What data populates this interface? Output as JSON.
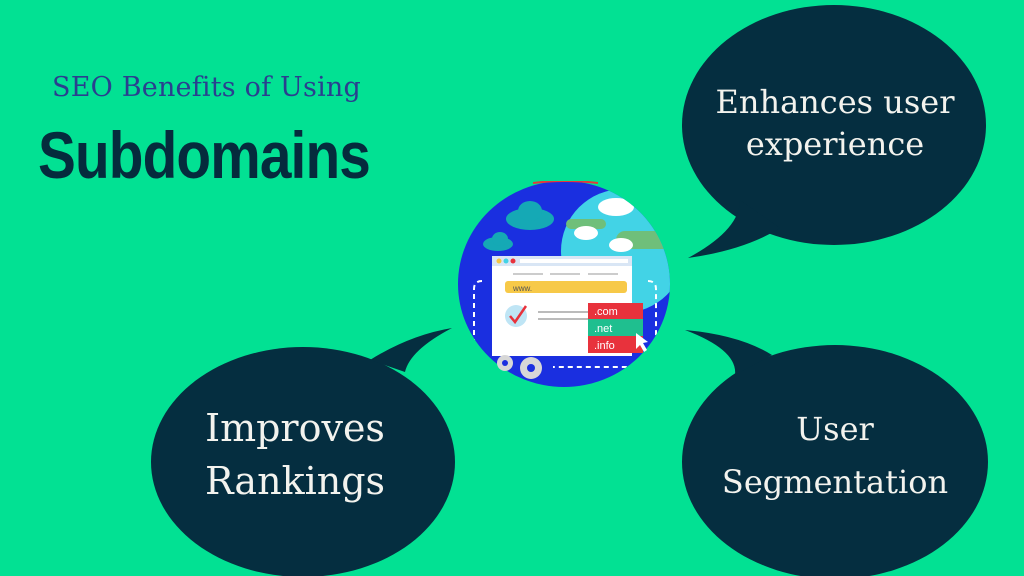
{
  "header": {
    "subtitle": "SEO Benefits of Using",
    "title": "Subdomains"
  },
  "bubbles": [
    {
      "id": "top-right",
      "lines": [
        "Enhances user",
        "experience"
      ]
    },
    {
      "id": "bottom-left",
      "lines": [
        "Improves",
        "Rankings"
      ]
    },
    {
      "id": "bottom-right",
      "lines": [
        "User",
        "Segmentation"
      ]
    }
  ],
  "illustration": {
    "address_bar": "www.",
    "domains": [
      ".com",
      ".net",
      ".info"
    ],
    "icons": [
      "globe-icon",
      "cloud-icon",
      "browser-window-icon",
      "checkmark-icon",
      "gear-icon",
      "cursor-icon"
    ]
  },
  "colors": {
    "background": "#02e193",
    "bubble": "#052e40",
    "bubble_text": "#f3f3ee",
    "subtitle": "#2a3f8f",
    "title": "#052b3d",
    "circle": "#1a2fe0",
    "domain_red": "#e8323c",
    "domain_green": "#1fbf8f"
  }
}
